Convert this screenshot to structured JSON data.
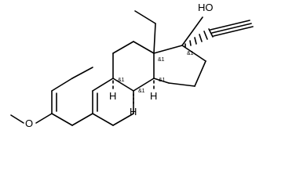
{
  "labels": {
    "hydroxyl": "HO",
    "oxygen": "O",
    "h_top": "H",
    "h_left": "H",
    "h_right": "H"
  },
  "stereo": {
    "c17": "&1",
    "c13": "&1",
    "c9": "&1",
    "c8": "&1",
    "c14": "&1"
  },
  "colors": {
    "bond": "#000000",
    "background": "#ffffff"
  }
}
